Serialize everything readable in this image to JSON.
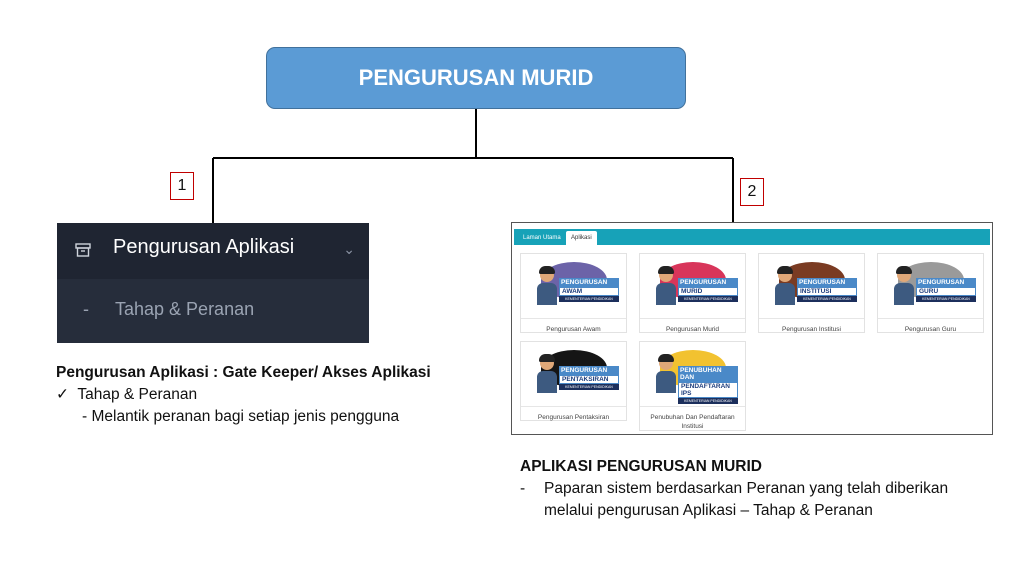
{
  "root": {
    "title": "PENGURUSAN MURID"
  },
  "markers": [
    "1",
    "2"
  ],
  "menu": {
    "title": "Pengurusan Aplikasi",
    "sub_dash": "-",
    "sub_item": "Tahap & Peranan"
  },
  "left_notes": {
    "heading": "Pengurusan Aplikasi : Gate Keeper/ Akses Aplikasi",
    "check_item": "Tahap & Peranan",
    "detail": "- Melantik peranan bagi setiap jenis pengguna"
  },
  "app": {
    "tabs": [
      "Laman Utama",
      "Aplikasi"
    ],
    "cards": [
      {
        "label_lines": [
          "PENGURUSAN",
          "AWAM"
        ],
        "ministry": "KEMENTERIAN PENDIDIKAN",
        "caption": "Pengurusan Awam",
        "blob": "#6c63a8"
      },
      {
        "label_lines": [
          "PENGURUSAN",
          "MURID"
        ],
        "ministry": "KEMENTERIAN PENDIDIKAN",
        "caption": "Pengurusan Murid",
        "blob": "#d8355a"
      },
      {
        "label_lines": [
          "PENGURUSAN",
          "INSTITUSI"
        ],
        "ministry": "KEMENTERIAN PENDIDIKAN",
        "caption": "Pengurusan Institusi",
        "blob": "#7a3b22"
      },
      {
        "label_lines": [
          "PENGURUSAN",
          "GURU"
        ],
        "ministry": "KEMENTERIAN PENDIDIKAN",
        "caption": "Pengurusan Guru",
        "blob": "#9a9a9a"
      },
      {
        "label_lines": [
          "PENGURUSAN",
          "PENTAKSIRAN"
        ],
        "ministry": "KEMENTERIAN PENDIDIKAN",
        "caption": "Pengurusan Pentaksiran",
        "blob": "#151515"
      },
      {
        "label_lines": [
          "PENUBUHAN DAN",
          "PENDAFTARAN IPS"
        ],
        "ministry": "KEMENTERIAN PENDIDIKAN",
        "caption": "Penubuhan Dan Pendaftaran Institusi",
        "blob": "#f2c230"
      }
    ]
  },
  "right_notes": {
    "heading": "APLIKASI PENGURUSAN MURID",
    "dash": "-",
    "detail": "Paparan sistem berdasarkan Peranan yang telah diberikan melalui pengurusan Aplikasi – Tahap & Peranan"
  }
}
